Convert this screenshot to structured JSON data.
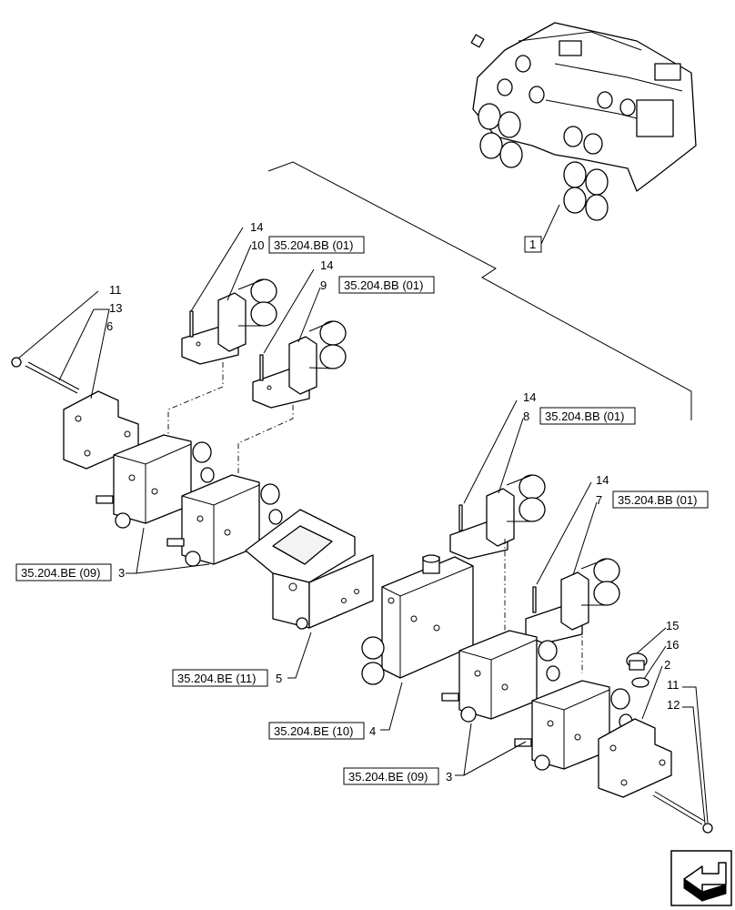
{
  "refs": {
    "top_1": "35.204.BB (01)",
    "top_2": "35.204.BB (01)",
    "mid_right_1": "35.204.BB (01)",
    "mid_right_2": "35.204.BB (01)",
    "left_3": "35.204.BE (09)",
    "left_5": "35.204.BE (11)",
    "center_4": "35.204.BE (10)",
    "bottom_3": "35.204.BE (09)"
  },
  "callouts": {
    "assembly": "1",
    "c14_a": "14",
    "c10": "10",
    "c14_b": "14",
    "c9": "9",
    "c11_l": "11",
    "c13": "13",
    "c6": "6",
    "c3_l": "3",
    "c5": "5",
    "c4": "4",
    "c14_c": "14",
    "c8": "8",
    "c14_d": "14",
    "c7": "7",
    "c15": "15",
    "c16": "16",
    "c2": "2",
    "c11_r": "11",
    "c12": "12",
    "c3_b": "3"
  },
  "nav_icon": "next-page-arrow-icon"
}
